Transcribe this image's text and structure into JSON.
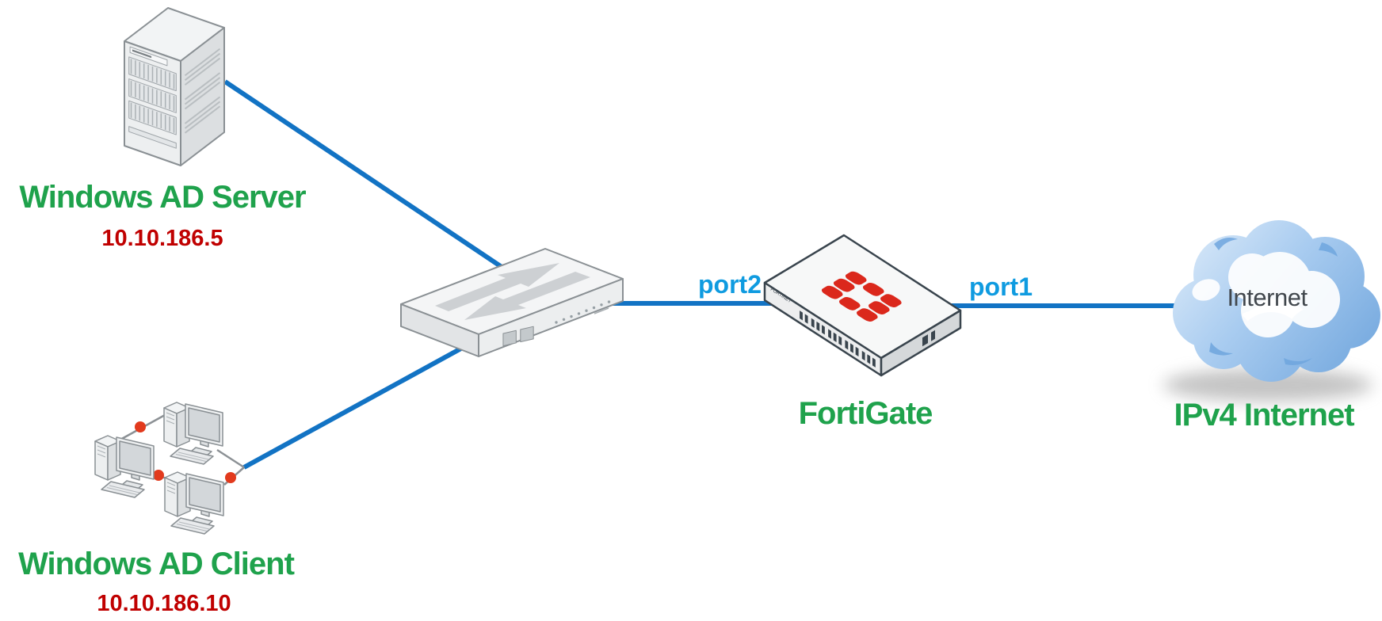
{
  "nodes": {
    "ad_server": {
      "label": "Windows AD Server",
      "ip": "10.10.186.5"
    },
    "ad_client": {
      "label": "Windows AD Client",
      "ip": "10.10.186.10"
    },
    "fortigate": {
      "label": "FortiGate",
      "left_port": "port2",
      "right_port": "port1",
      "chassis_text": "FORTINET"
    },
    "internet": {
      "cloud_label": "Internet",
      "label": "IPv4 Internet"
    }
  },
  "colors": {
    "label_green": "#1FA24C",
    "ip_red": "#C00000",
    "port_blue": "#0F9BE0",
    "link_blue": "#1273C4",
    "fortinet_logo_red": "#DB281C",
    "junction_dot_red": "#E23A1D",
    "device_gray": "#EDEFF0",
    "device_stroke": "#8A9094",
    "fortigate_stroke": "#39444D",
    "cloud_blue": "#8FBCEA"
  }
}
